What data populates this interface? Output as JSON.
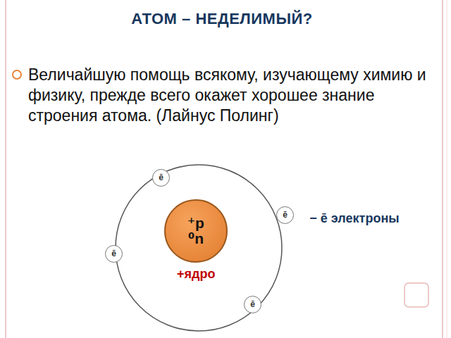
{
  "diagram": {
    "title": "АТОМ – НЕДЕЛИМЫЙ?",
    "nodes": [
      {
        "text": [
          "ē"
        ]
      },
      {
        "text": [
          "ē"
        ]
      },
      {
        "text": [
          "⁺p",
          "⁰n"
        ]
      },
      {
        "text": [
          "ē"
        ]
      },
      {
        "text": [
          "ē"
        ]
      }
    ],
    "labels": [
      "Величайшую помощь всякому, изучающему химию и физику, прежде всего окажет хорошее знание строения атома. (Лайнус Полинг)",
      "+ядро",
      "− ē электроны"
    ]
  }
}
